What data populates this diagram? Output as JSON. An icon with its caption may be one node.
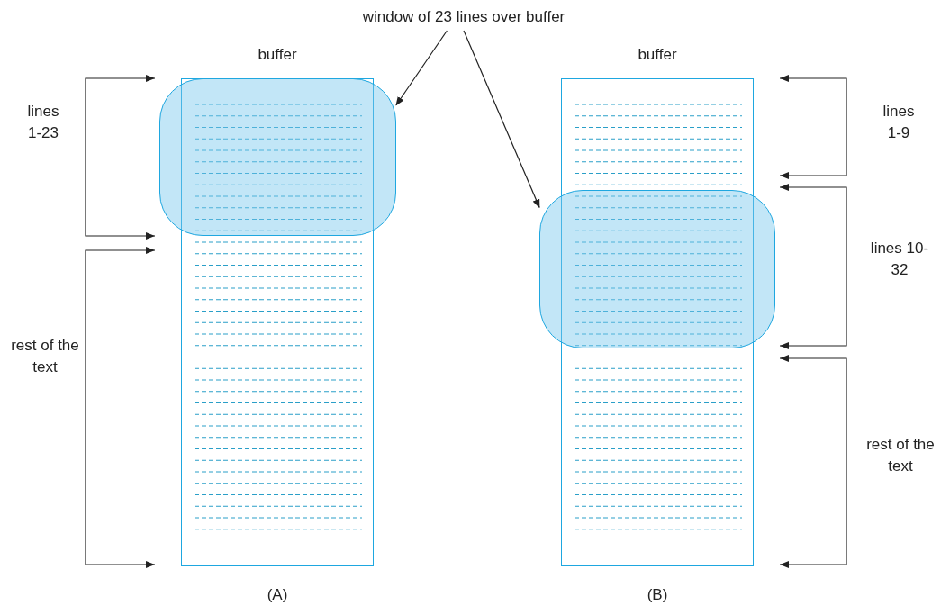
{
  "diagram": {
    "nodes": [
      {
        "text": [
          "window of 23 lines over buffer"
        ]
      },
      {
        "text": [
          "buffer"
        ],
        "beside": [
          "(A)"
        ]
      },
      {
        "text": [],
        "shape": "box"
      },
      {
        "text": [
          "buffer"
        ],
        "beside": [
          "(B)"
        ]
      },
      {
        "text": [],
        "shape": "box"
      }
    ],
    "edges": [
      {
        "from": 0,
        "to": 2,
        "arrow": "to"
      },
      {
        "from": 0,
        "to": 4,
        "arrow": "to"
      }
    ],
    "labels": [
      "lines 1-23",
      "lines 1-9",
      "lines 10-32",
      "rest of the text",
      "rest of the text"
    ]
  }
}
